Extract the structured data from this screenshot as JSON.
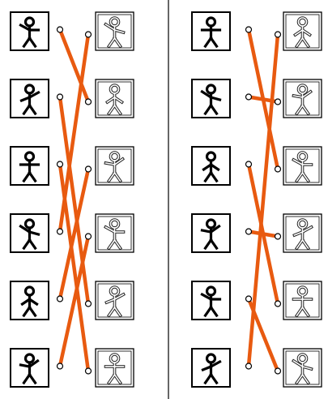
{
  "puzzles": [
    {
      "name": "left",
      "answer_cards": [
        {
          "pose": "arms-raised-up-right-and-left"
        },
        {
          "pose": "one-arm-up-one-down"
        },
        {
          "pose": "arms-out-bent"
        },
        {
          "pose": "arms-diagonal-up-left"
        },
        {
          "pose": "arms-down-hips"
        },
        {
          "pose": "one-arm-raised"
        }
      ],
      "shadow_cards": [
        {
          "pose": "arms-down-bent"
        },
        {
          "pose": "one-arm-up-one-down"
        },
        {
          "pose": "arms-raised-up"
        },
        {
          "pose": "arms-out-straight"
        },
        {
          "pose": "arms-down-hips"
        },
        {
          "pose": "one-arm-raised"
        }
      ],
      "links": [
        [
          0,
          1
        ],
        [
          1,
          4
        ],
        [
          2,
          5
        ],
        [
          3,
          0
        ],
        [
          4,
          2
        ],
        [
          5,
          3
        ]
      ]
    },
    {
      "name": "right",
      "answer_cards": [
        {
          "pose": "arms-up-wide"
        },
        {
          "pose": "arms-level-straight"
        },
        {
          "pose": "arms-up-diagonal"
        },
        {
          "pose": "arms-out-straight"
        },
        {
          "pose": "arm-down-one-hand-up"
        },
        {
          "pose": "arms-down"
        }
      ],
      "shadow_cards": [
        {
          "pose": "arms-down"
        },
        {
          "pose": "arms-level-straight"
        },
        {
          "pose": "arms-up-wide"
        },
        {
          "pose": "arms-out-straight"
        },
        {
          "pose": "arms-up-diagonal"
        },
        {
          "pose": "arm-down-one-hand-up"
        }
      ],
      "links": [
        [
          0,
          2
        ],
        [
          1,
          1
        ],
        [
          2,
          4
        ],
        [
          3,
          3
        ],
        [
          4,
          5
        ],
        [
          5,
          0
        ]
      ]
    }
  ],
  "colors": {
    "line": "#e85a10",
    "solid": "#000000",
    "outline": "#222222"
  }
}
